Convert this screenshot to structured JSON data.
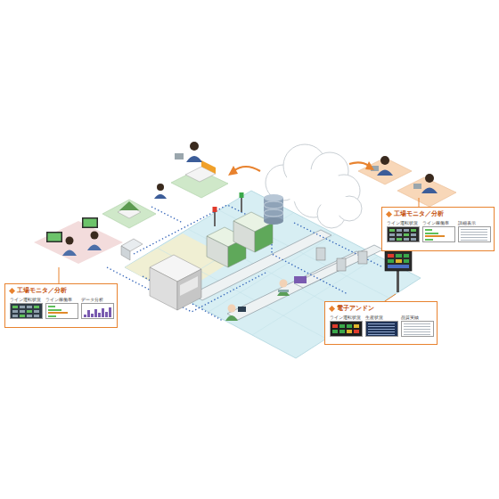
{
  "diagram": {
    "nodes": [
      {
        "text": [
          "工場モニタ／分析"
        ]
      },
      {
        "text": [
          "ライン運転状況"
        ],
        "in": 0
      },
      {
        "text": [
          "ライン稼働率"
        ],
        "in": 0
      },
      {
        "text": [
          "データ分析"
        ],
        "in": 0
      },
      {
        "text": [
          "工場モニタ／分析"
        ]
      },
      {
        "text": [
          "ライン運転状況"
        ],
        "in": 4
      },
      {
        "text": [
          "ライン稼働率"
        ],
        "in": 4
      },
      {
        "text": [
          "詳細表示"
        ],
        "in": 4
      },
      {
        "text": [
          "電子アンドン"
        ]
      },
      {
        "text": [
          "ライン運転状況"
        ],
        "in": 8
      },
      {
        "text": [
          "生産状況"
        ],
        "in": 8
      },
      {
        "text": [
          "品質実績"
        ],
        "in": 8
      }
    ]
  }
}
